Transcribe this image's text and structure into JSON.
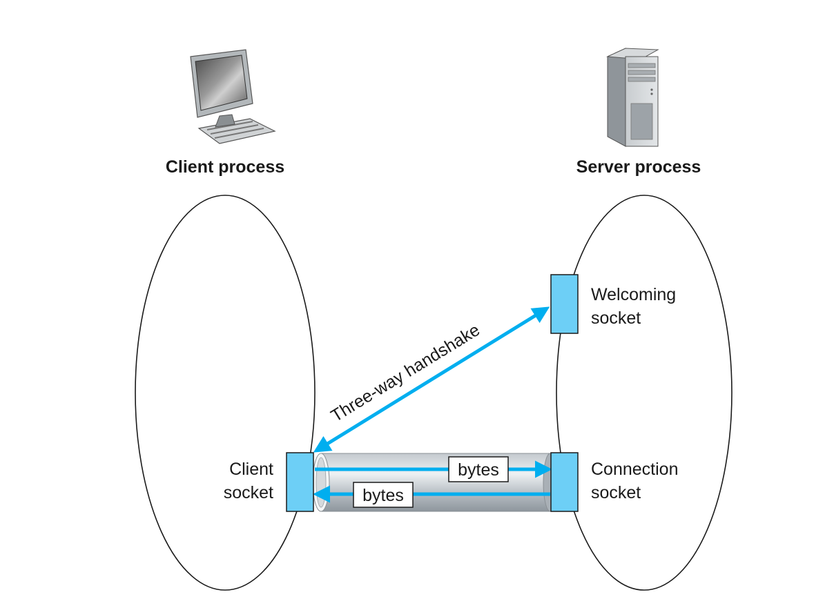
{
  "client": {
    "title": "Client process",
    "icon": "desktop-computer-icon",
    "socket_label_line1": "Client",
    "socket_label_line2": "socket"
  },
  "server": {
    "title": "Server process",
    "icon": "server-tower-icon",
    "welcoming_label_line1": "Welcoming",
    "welcoming_label_line2": "socket",
    "connection_label_line1": "Connection",
    "connection_label_line2": "socket"
  },
  "handshake": {
    "label": "Three-way handshake"
  },
  "pipe": {
    "upper_label": "bytes",
    "lower_label": "bytes"
  },
  "colors": {
    "socket_fill": "#6dcff6",
    "arrow": "#00aeef",
    "outline": "#1a1a1a"
  }
}
